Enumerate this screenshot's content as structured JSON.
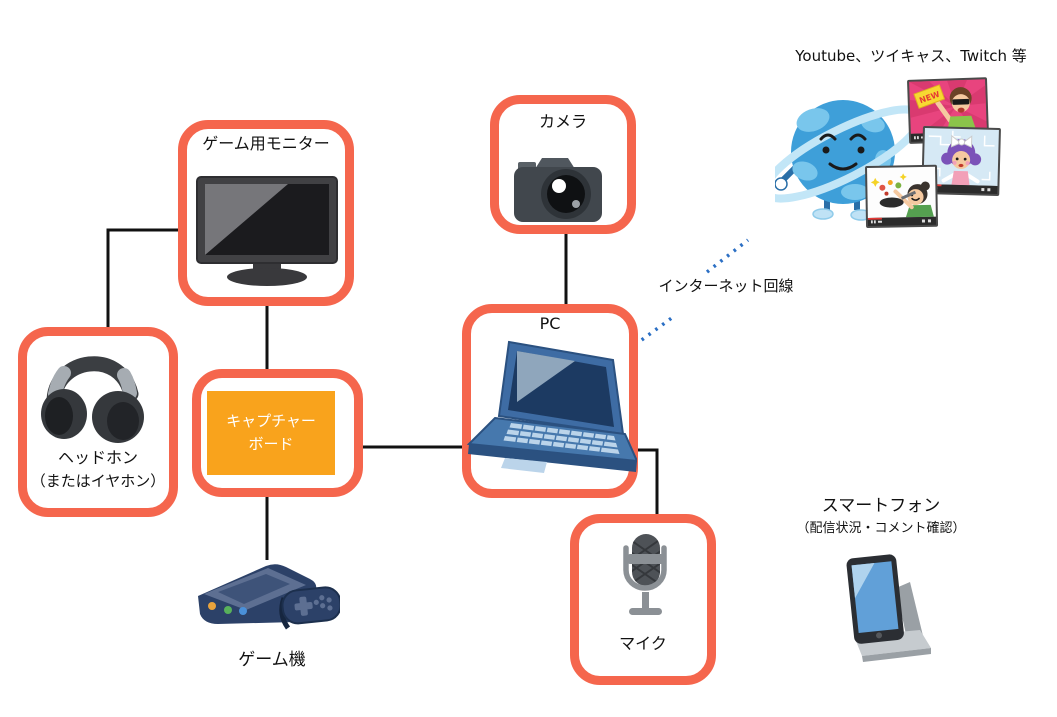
{
  "labels": {
    "services": "Youtube、ツイキャス、Twitch 等",
    "internet": "インターネット回線"
  },
  "nodes": {
    "monitor": {
      "label": "ゲーム用モニター"
    },
    "camera": {
      "label": "カメラ"
    },
    "headphones": {
      "label": "ヘッドホン",
      "sublabel": "（またはイヤホン）"
    },
    "capture_board": {
      "line1": "キャプチャー",
      "line2": "ボード"
    },
    "pc": {
      "label": "PC"
    },
    "mic": {
      "label": "マイク"
    },
    "game_console": {
      "label": "ゲーム機"
    },
    "smartphone": {
      "label": "スマートフォン",
      "sublabel": "（配信状況・コメント確認）"
    }
  },
  "badges": {
    "new": "NEW"
  },
  "colors": {
    "highlight_border": "#F5664D",
    "capture_fill": "#F9A31C",
    "connection_line": "#111111",
    "internet_dotted": "#2B6FC4"
  }
}
